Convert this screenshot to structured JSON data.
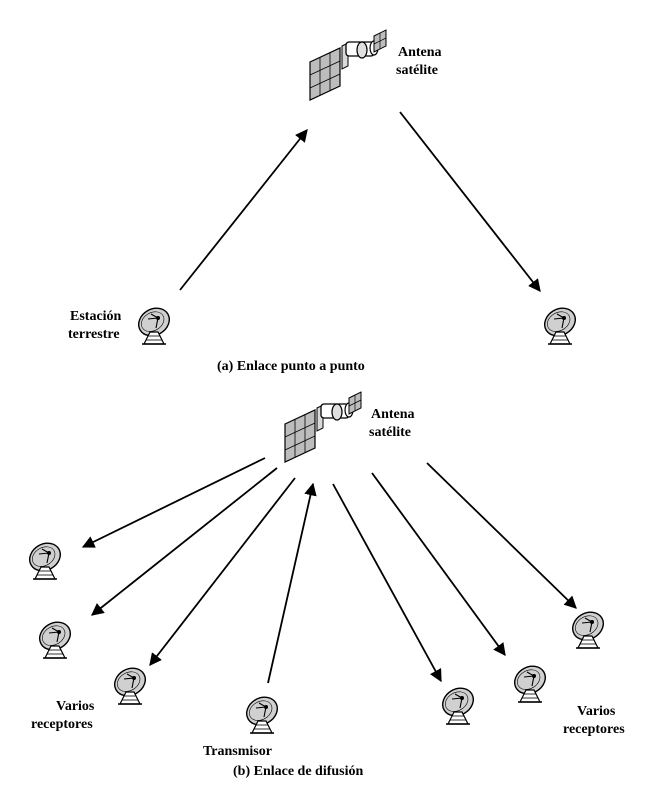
{
  "panel_a": {
    "satellite_label": [
      "Antena",
      "satélite"
    ],
    "station_label": [
      "Estación",
      "terrestre"
    ],
    "caption": "(a) Enlace punto a punto"
  },
  "panel_b": {
    "satellite_label": [
      "Antena",
      "satélite"
    ],
    "receivers_left_label": [
      "Varios",
      "receptores"
    ],
    "receivers_right_label": [
      "Varios",
      "receptores"
    ],
    "transmitter_label": "Transmisor",
    "caption": "(b) Enlace de difusión"
  }
}
